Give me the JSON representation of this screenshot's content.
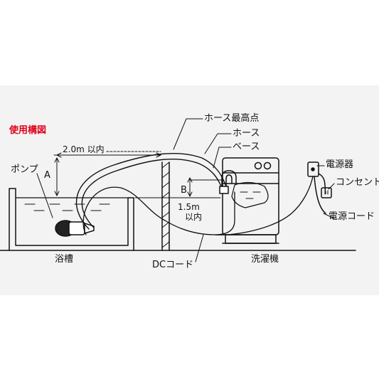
{
  "diagram": {
    "title": "使用構図",
    "labels": {
      "hose_top": "ホース最高点",
      "hose": "ホース",
      "base": "ベース",
      "distance_h": "2.0m 以内",
      "pump": "ポンプ",
      "A": "A",
      "B": "B",
      "height_max": "1.5m",
      "height_unit": "以内",
      "power_unit": "電源器",
      "outlet": "コンセント",
      "power_cord": "電源コード",
      "bathtub": "浴槽",
      "dc_cord": "DCコード",
      "washer": "洗濯機"
    },
    "colors": {
      "line": "#111111",
      "title": "#e0001a",
      "panel_band": "#f2f2f2"
    }
  }
}
